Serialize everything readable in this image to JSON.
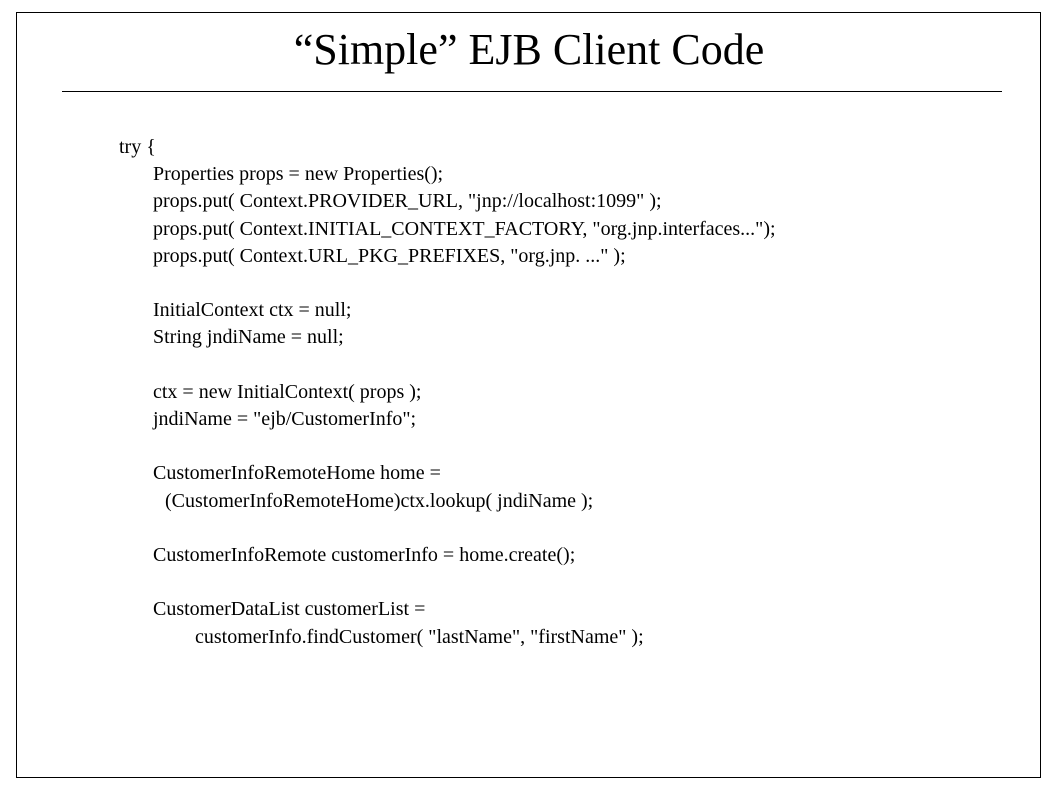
{
  "slide": {
    "title": "“Simple” EJB Client Code",
    "code_lines": [
      {
        "text": "try {",
        "indent": 0
      },
      {
        "text": "Properties props = new Properties();",
        "indent": 1
      },
      {
        "text": "props.put( Context.PROVIDER_URL, \"jnp://localhost:1099\" );",
        "indent": 1
      },
      {
        "text": "props.put( Context.INITIAL_CONTEXT_FACTORY, \"org.jnp.interfaces...\");",
        "indent": 1
      },
      {
        "text": "props.put( Context.URL_PKG_PREFIXES, \"org.jnp. ...\" );",
        "indent": 1
      },
      {
        "text": "",
        "indent": 0
      },
      {
        "text": "InitialContext ctx = null;",
        "indent": 1
      },
      {
        "text": "String jndiName = null;",
        "indent": 1
      },
      {
        "text": "",
        "indent": 0
      },
      {
        "text": "ctx = new InitialContext( props );",
        "indent": 1
      },
      {
        "text": "jndiName = \"ejb/CustomerInfo\";",
        "indent": 1
      },
      {
        "text": "",
        "indent": 0
      },
      {
        "text": "CustomerInfoRemoteHome home =",
        "indent": 1
      },
      {
        "text": "(CustomerInfoRemoteHome)ctx.lookup( jndiName );",
        "indent": 2
      },
      {
        "text": "",
        "indent": 0
      },
      {
        "text": "CustomerInfoRemote customerInfo = home.create();",
        "indent": 1
      },
      {
        "text": "",
        "indent": 0
      },
      {
        "text": "CustomerDataList customerList =",
        "indent": 1
      },
      {
        "text": "customerInfo.findCustomer( \"lastName\", \"firstName\" );",
        "indent": 3
      }
    ]
  }
}
